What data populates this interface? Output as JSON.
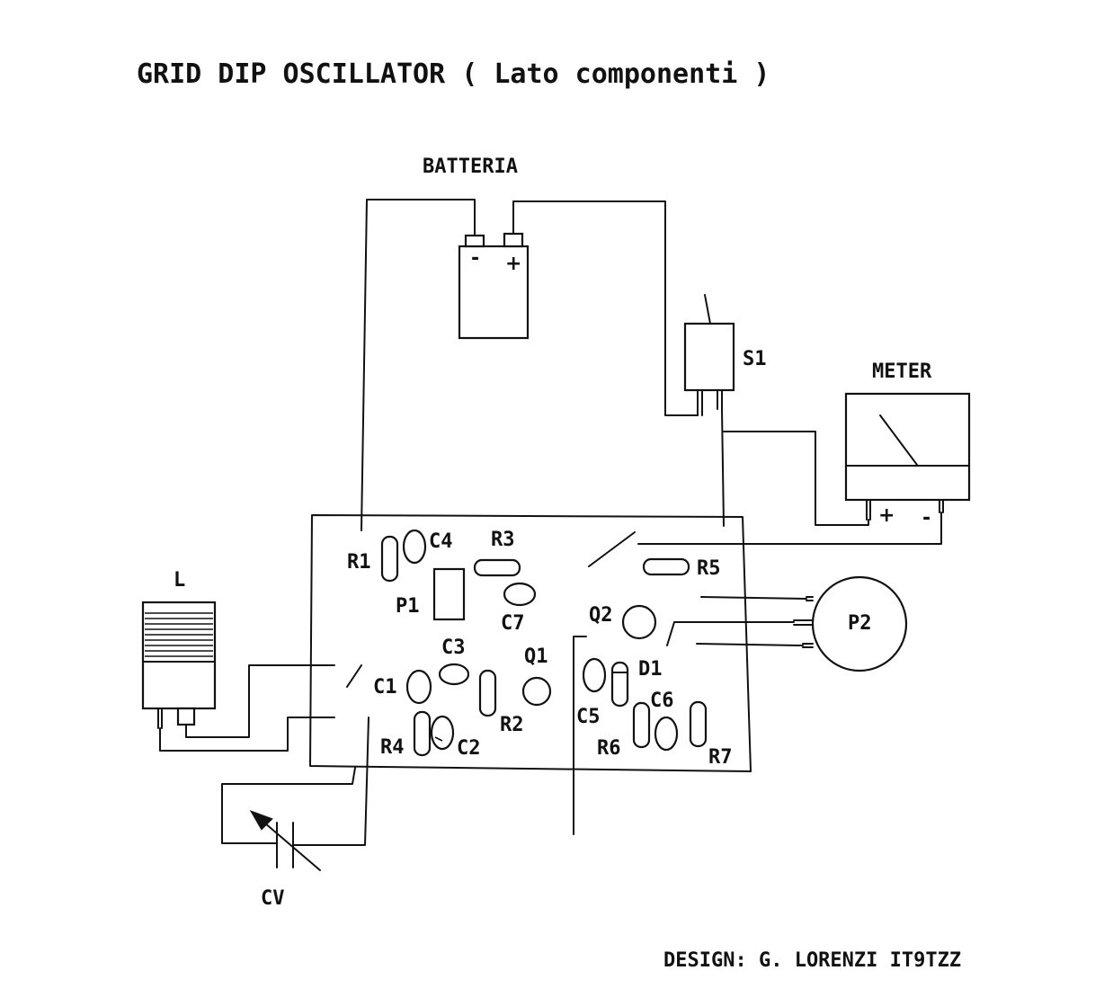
{
  "title": "GRID DIP OSCILLATOR ( Lato componenti )",
  "design_credit": "DESIGN: G. LORENZI IT9TZZ",
  "components": {
    "battery": {
      "label": "BATTERIA",
      "minus": "-",
      "plus": "+"
    },
    "switch": {
      "label": "S1"
    },
    "meter": {
      "label": "METER",
      "plus": "+",
      "minus": "-"
    },
    "coil": {
      "label": "L"
    },
    "variable_capacitor": {
      "label": "CV"
    },
    "potentiometer": {
      "label": "P2"
    },
    "board_parts": {
      "r1": "R1",
      "c4": "C4",
      "r3": "R3",
      "r5": "R5",
      "p1": "P1",
      "c7": "C7",
      "q2": "Q2",
      "c3": "C3",
      "q1": "Q1",
      "c1": "C1",
      "d1": "D1",
      "c6": "C6",
      "c5": "C5",
      "r2": "R2",
      "r4": "R4",
      "c2": "C2",
      "r6": "R6",
      "r7": "R7"
    }
  },
  "colors": {
    "ink": "#111111",
    "paper": "#ffffff"
  }
}
